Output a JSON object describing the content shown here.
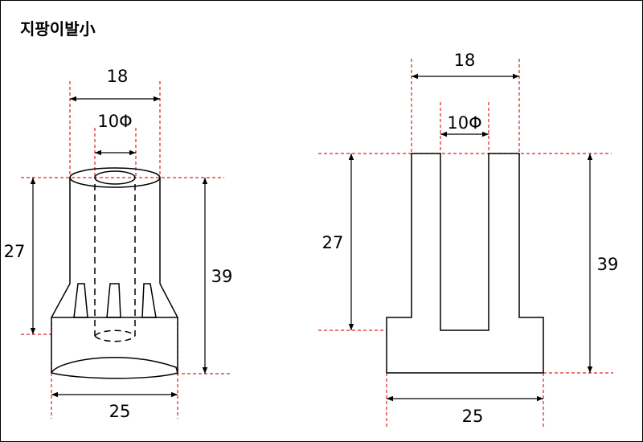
{
  "title": "지팡이발小",
  "colors": {
    "guide": "#e02020",
    "line": "#000000",
    "background": "#ffffff"
  },
  "left_view": {
    "top_width": "18",
    "hole_diameter": "10Φ",
    "body_height": "27",
    "total_height": "39",
    "base_width": "25"
  },
  "right_view": {
    "top_width": "18",
    "hole_diameter": "10Φ",
    "body_height": "27",
    "total_height": "39",
    "base_width": "25"
  }
}
